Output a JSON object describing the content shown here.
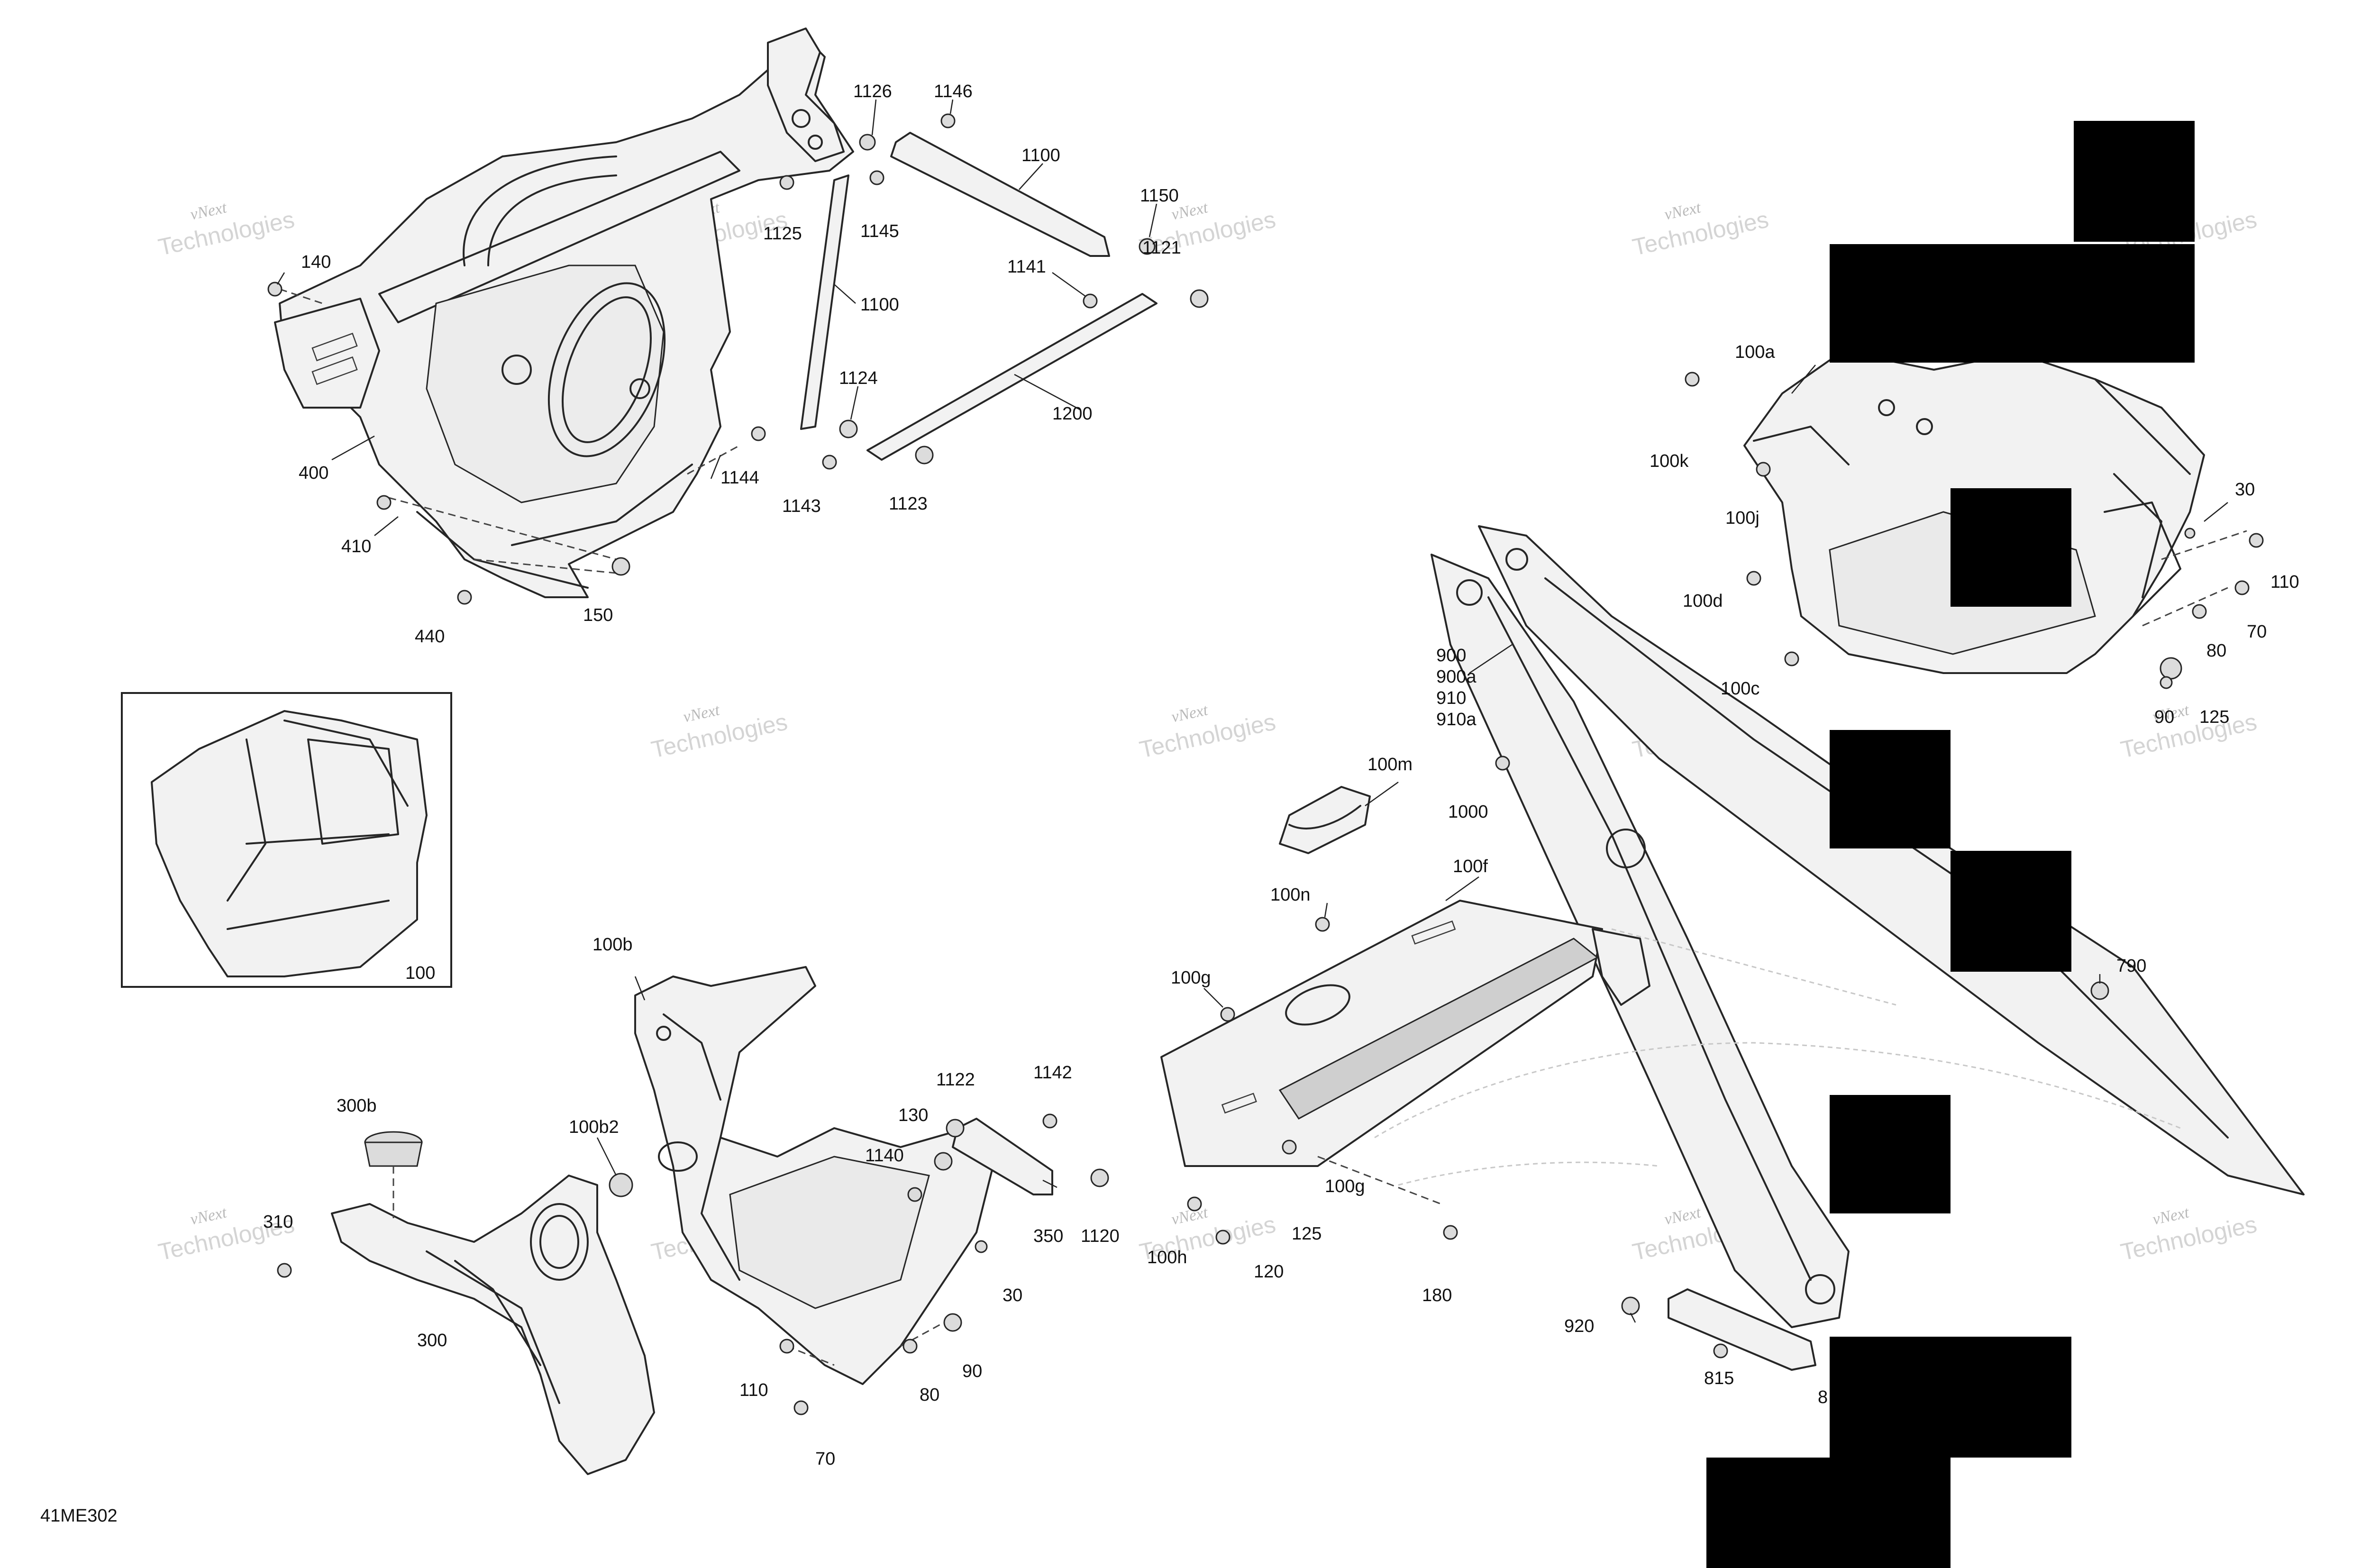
{
  "diagram_code": "41ME302",
  "watermark": {
    "line1": "vNext",
    "line2": "Technologies",
    "inline": "vNext Technologies"
  },
  "labels": {
    "l1126": "1126",
    "l1146": "1146",
    "l1100a": "1100",
    "l1150": "1150",
    "l1121": "1121",
    "l1125a": "1125",
    "l1145": "1145",
    "l1100b": "1100",
    "l1141": "1141",
    "l1124": "1124",
    "l1200": "1200",
    "l1144": "1144",
    "l1143": "1143",
    "l1123": "1123",
    "l140": "140",
    "l400": "400",
    "l410": "410",
    "l440": "440",
    "l150": "150",
    "l100": "100",
    "l100a": "100a",
    "l100k": "100k",
    "l100j": "100j",
    "l100d": "100d",
    "l100c": "100c",
    "l30a": "30",
    "l110a": "110",
    "l70a": "70",
    "l80a": "80",
    "l90a": "90",
    "l125a": "125",
    "l900": "900",
    "l900a": "900a",
    "l910": "910",
    "l910a": "910a",
    "l100m": "100m",
    "l1000": "1000",
    "l100f": "100f",
    "l100n": "100n",
    "l100g1": "100g",
    "l100g2": "100g",
    "l790": "790",
    "l125b": "125",
    "l120": "120",
    "l100h": "100h",
    "l180": "180",
    "l920": "920",
    "l815": "815",
    "l8x": "8",
    "l100b": "100b",
    "l300b": "300b",
    "l100b2": "100b2",
    "l310": "310",
    "l300": "300",
    "l1122": "1122",
    "l1142": "1142",
    "l130": "130",
    "l1140": "1140",
    "l350": "350",
    "l1120": "1120",
    "l30b": "30",
    "l110b": "110",
    "l80b": "80",
    "l90b": "90",
    "l70b": "70"
  }
}
